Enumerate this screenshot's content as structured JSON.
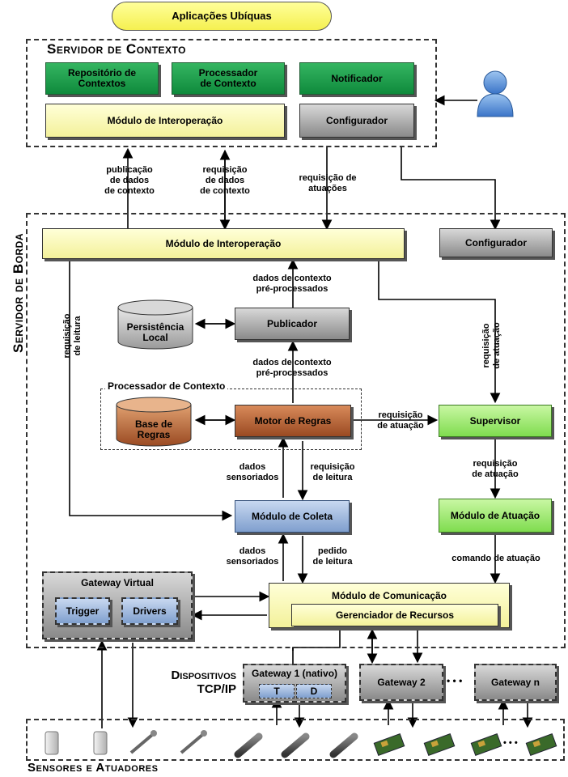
{
  "top": {
    "apps": "Aplicações Ubíquas"
  },
  "server_context": {
    "title": "Servidor de Contexto",
    "repo": "Repositório de\nContextos",
    "processor": "Processador\nde Contexto",
    "notifier": "Notificador",
    "interop": "Módulo de Interoperação",
    "configurator": "Configurador"
  },
  "links": {
    "publish": "publicação\nde dados\nde contexto",
    "request_ctx": "requisição\nde dados\nde contexto",
    "request_act": "requisição de\natuações"
  },
  "edge": {
    "title": "Servidor de Borda",
    "interop": "Módulo de Interoperação",
    "configurator": "Configurador",
    "preproc_1": "dados de contexto\npré-processados",
    "preproc_2": "dados de contexto\npré-processados",
    "persist": "Persistência\nLocal",
    "publisher": "Publicador",
    "read_req_left": "requisição\nde leitura",
    "act_req_right": "requisição\nde atuação",
    "proc_ctx_title": "Processador de Contexto",
    "rules_base": "Base de\nRegras",
    "rule_engine": "Motor de Regras",
    "act_req_mid": "requisição\nde atuação",
    "supervisor": "Supervisor",
    "sensed_1": "dados\nsensoriados",
    "read_req_mid": "requisição\nde leitura",
    "act_req_low": "requisição\nde atuação",
    "collector": "Módulo de Coleta",
    "actuation": "Módulo de Atuação",
    "sensed_2": "dados\nsensoriados",
    "read_order": "pedido\nde leitura",
    "act_cmd": "comando de atuação",
    "gw_virtual": "Gateway Virtual",
    "trigger": "Trigger",
    "drivers": "Drivers",
    "comm": "Módulo de Comunicação",
    "resources": "Gerenciador de Recursos"
  },
  "devices": {
    "title_1": "Dispositivos",
    "title_2": "TCP/IP",
    "gw1": "Gateway 1 (nativo)",
    "gw1_t": "T",
    "gw1_d": "D",
    "gw2": "Gateway 2",
    "ellipsis": "• • •",
    "gwn": "Gateway n"
  },
  "sensors": {
    "title": "Sensores e Atuadores",
    "ellipsis": "• • •"
  },
  "colors": {
    "green": "#1a9a48",
    "yellow": "#f7f5a8",
    "gray": "#9a9a9a",
    "brown": "#b5653a",
    "lightgreen": "#8ee45d",
    "blue": "#8ea8d4"
  }
}
